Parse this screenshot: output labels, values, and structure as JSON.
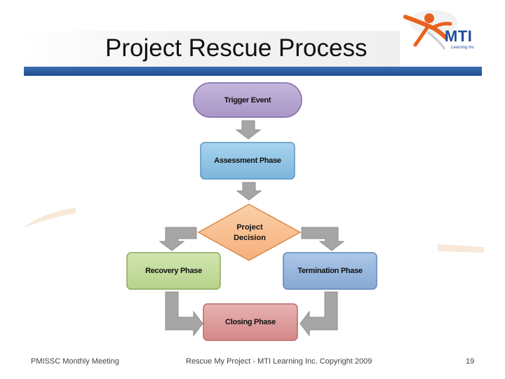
{
  "slide": {
    "title": "Project Rescue Process",
    "logo_text": "MTI",
    "logo_subtext": "Learning Inc"
  },
  "diagram": {
    "nodes": {
      "trigger": "Trigger Event",
      "assessment": "Assessment Phase",
      "decision": "Project\nDecision",
      "recovery": "Recovery Phase",
      "termination": "Termination Phase",
      "closing": "Closing Phase"
    }
  },
  "footer": {
    "left": "PMISSC Monthly Meeting",
    "center": "Rescue My Project - MTI Learning Inc. Copyright 2009",
    "page": "19"
  },
  "colors": {
    "trigger": "#b3a3cf",
    "assessment": "#8fc3e3",
    "decision": "#f9bf8f",
    "recovery": "#c4dc9c",
    "termination": "#97b6dc",
    "closing": "#dc9a9a",
    "arrow": "#a6a6a6",
    "title_bar": "#2a5fa0",
    "logo_orange": "#e8611e"
  }
}
